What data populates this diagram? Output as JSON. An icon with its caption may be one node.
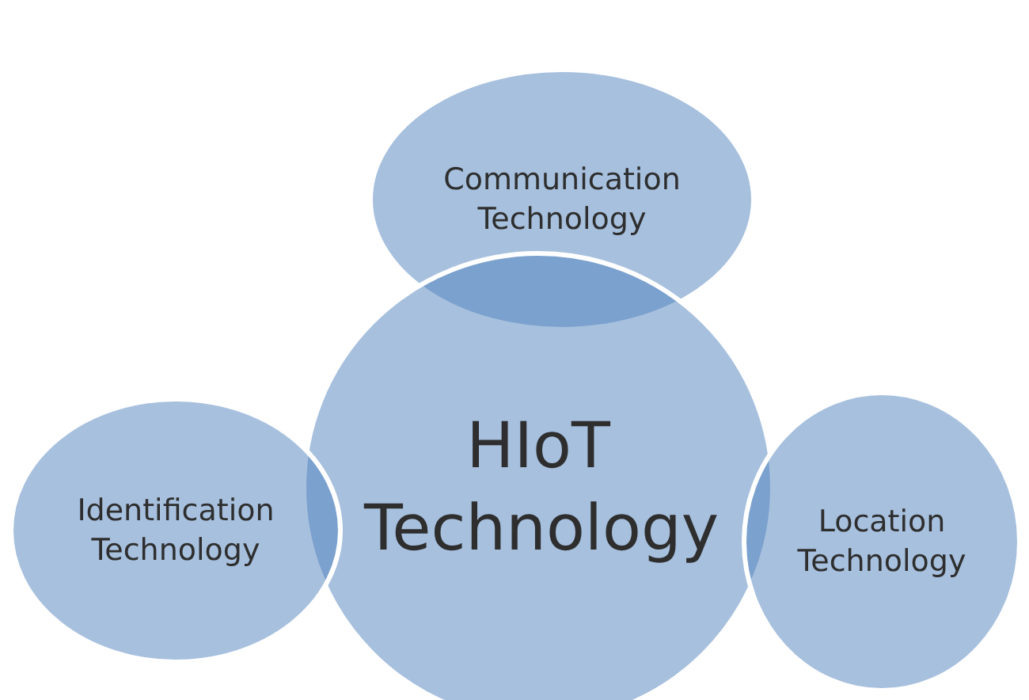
{
  "diagram": {
    "nodes": [
      {
        "text": [
          "Communication Technology"
        ]
      },
      {
        "text": [
          "HIoT Technology"
        ]
      },
      {
        "text": [
          "Identification Technology"
        ]
      },
      {
        "text": [
          "Location Technology"
        ]
      }
    ],
    "edges": []
  }
}
